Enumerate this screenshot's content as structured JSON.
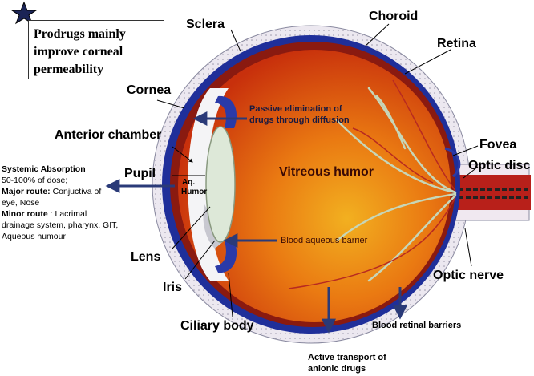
{
  "callout": {
    "lines": [
      "Prodrugs mainly",
      "improve  corneal",
      "permeability"
    ]
  },
  "labels": {
    "sclera": "Sclera",
    "choroid": "Choroid",
    "retina": "Retina",
    "cornea": "Cornea",
    "anterior_chamber": "Anterior chamber",
    "pupil": "Pupil",
    "aq_humor_1": "Aq.",
    "aq_humor_2": "Humor",
    "vitreous_humor": "Vitreous humor",
    "fovea": "Fovea",
    "optic_disc": "Optic disc",
    "lens": "Lens",
    "iris": "Iris",
    "optic_nerve": "Optic nerve",
    "ciliary_body": "Ciliary body"
  },
  "annotations": {
    "passive_1": "Passive elimination of",
    "passive_2": "drugs through diffusion",
    "blood_aqueous": "Blood aqueous barrier",
    "blood_retinal": "Blood retinal barriers",
    "active_1": "Active transport of",
    "active_2": "anionic drugs"
  },
  "systemic": {
    "title": "Systemic Absorption",
    "dose": "50-100% of dose;",
    "major_label": "Major route:",
    "major_text_1": " Conjuctiva of",
    "major_text_2": "eye, Nose",
    "minor_label": "Minor route",
    "minor_text_1": " : Lacrimal",
    "minor_text_2": "drainage system, pharynx, GIT,",
    "minor_text_3": "Aqueous humour"
  },
  "colors": {
    "arrow": "#2a3a78",
    "sclera_fill": "#ece8f0",
    "choroid": "#1f2f9a",
    "retina": "#8a1a10",
    "vitreous": "#e85a10"
  }
}
